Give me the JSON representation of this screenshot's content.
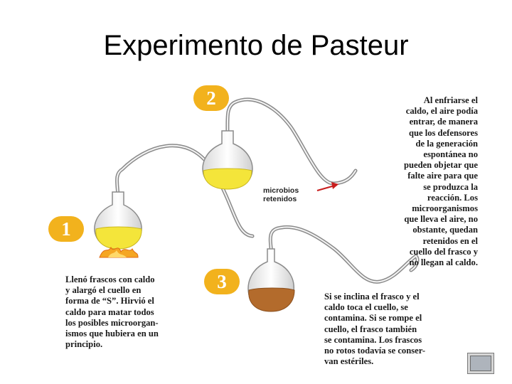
{
  "title": "Experimento de Pasteur",
  "steps": [
    {
      "number": "1",
      "text": "Llenó frascos con caldo\ny alargó el cuello en\nforma de “S”. Hirvió el\ncaldo para matar todos\nlos posibles microorgan-\nismos que hubiera en un\nprincipio."
    },
    {
      "number": "2",
      "text": "Al enfriarse el\ncaldo, el aire podía\nentrar, de manera\nque los defensores\nde la generación\nespontánea no\npueden objetar que\nfalte aire para que\nse produzca la\nreacción. Los\nmicroorganismos\nque lleva el aire, no\nobstante, quedan\nretenidos en el\ncuello del frasco y\nno llegan al caldo."
    },
    {
      "number": "3",
      "text": "Si se inclina el frasco y el\ncaldo toca el cuello, se\ncontamina. Si se rompe el\ncuello, el frasco también\nse contamina. Los frascos\nno rotos todavía se conser-\nvan estériles."
    }
  ],
  "annotation": {
    "label": "microbios\nretenidos"
  },
  "colors": {
    "badge": "#f2b21d",
    "broth_fresh": "#f4e53a",
    "broth_contaminated": "#b36b2c",
    "arrow": "#c81e1e",
    "flame": "#f5a623"
  },
  "icons": {
    "nav": "navigation-button-icon"
  }
}
